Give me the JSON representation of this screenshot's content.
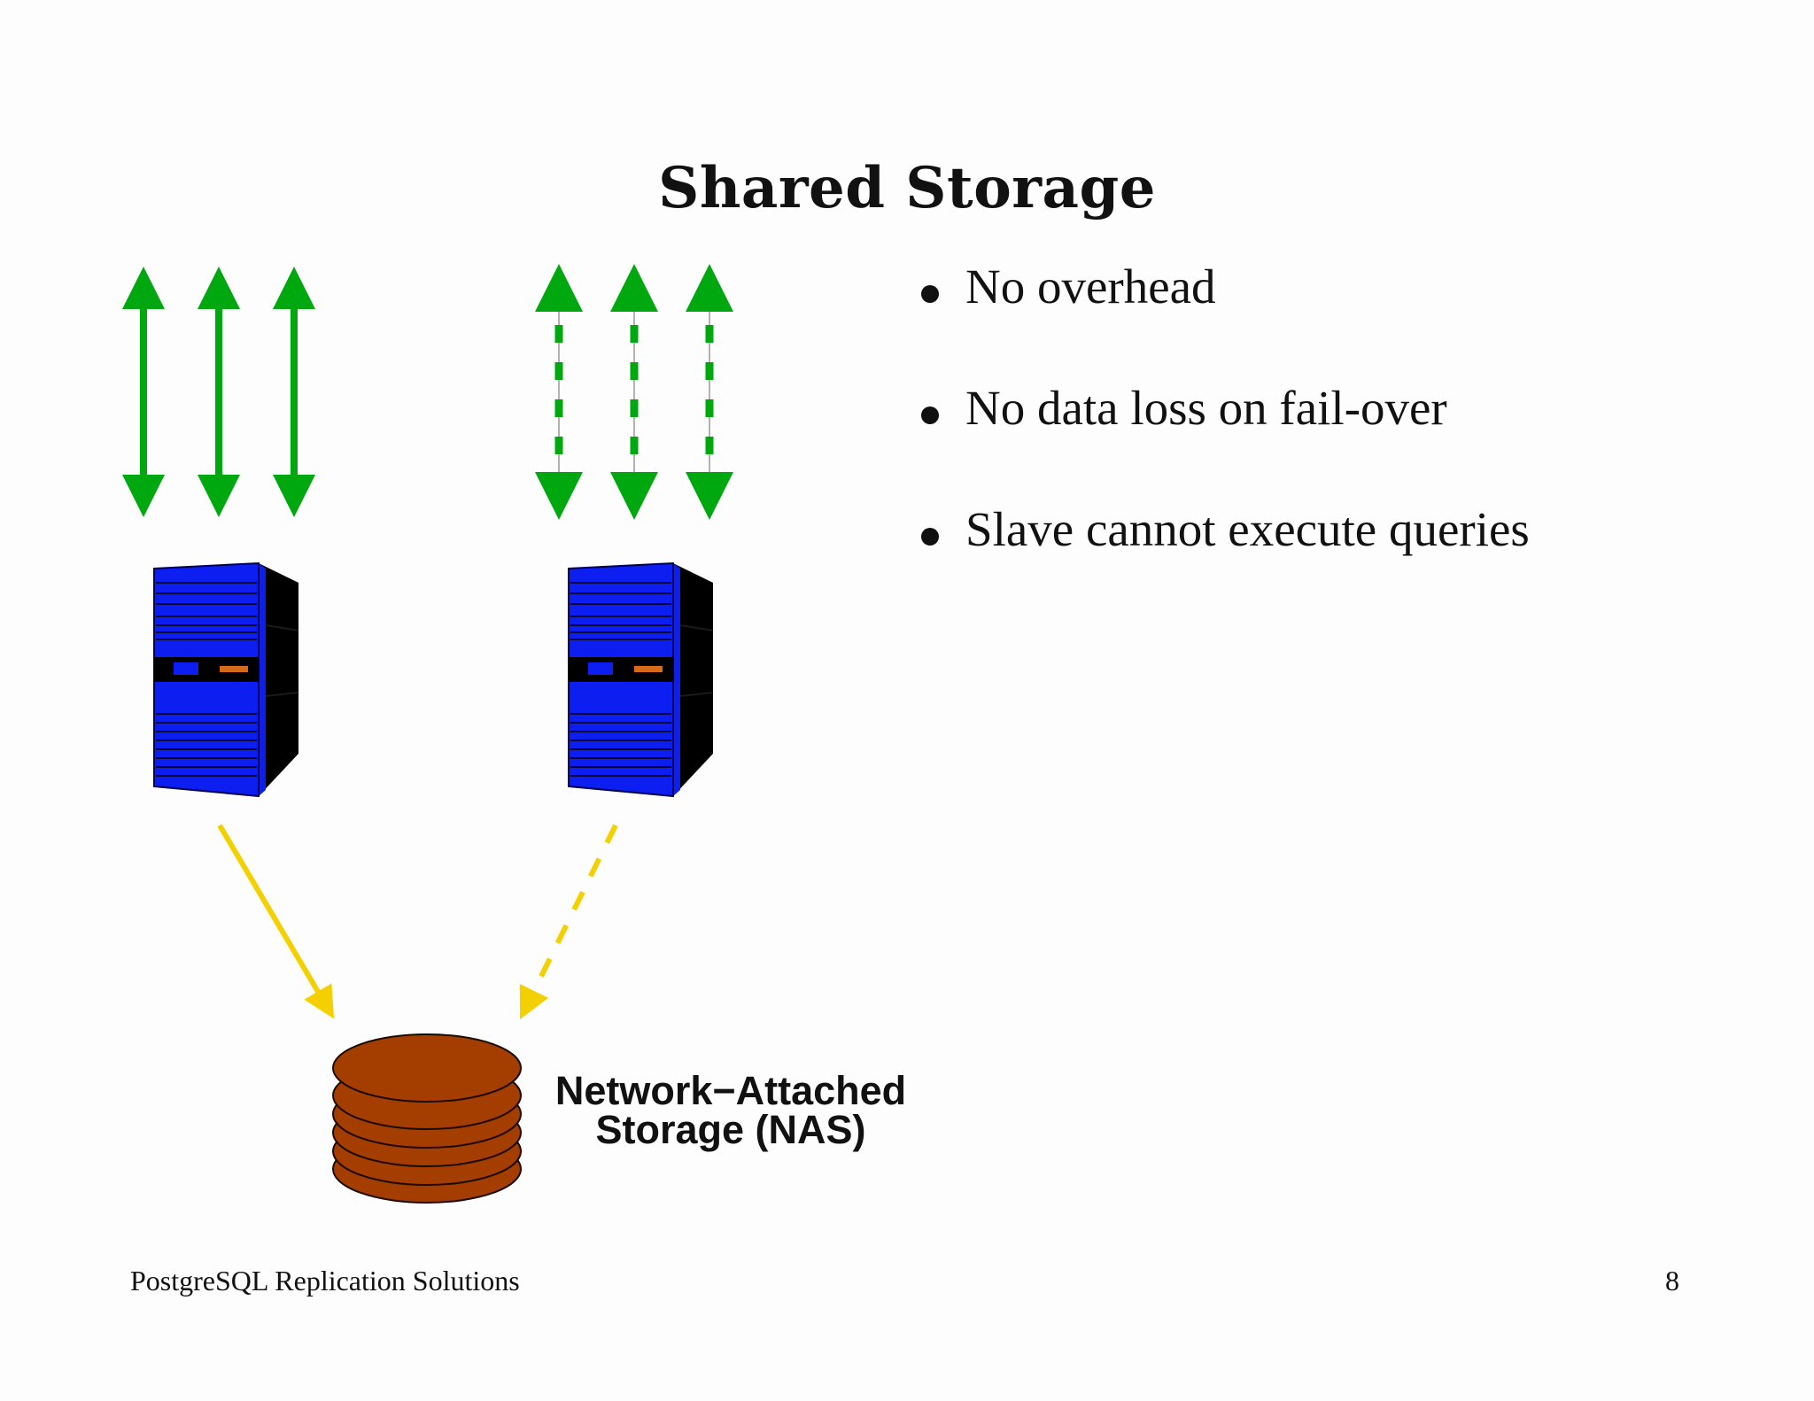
{
  "slide": {
    "title": "Shared Storage",
    "bullets": [
      {
        "text": "No overhead"
      },
      {
        "text": "No data loss on fail-over"
      },
      {
        "text": "Slave cannot execute queries"
      }
    ],
    "footer_left": "PostgreSQL Replication Solutions",
    "page_number": "8"
  },
  "diagram": {
    "storage_label_line1": "Network−Attached",
    "storage_label_line2": "Storage (NAS)",
    "colors": {
      "client_arrow": "#00a810",
      "storage_arrow": "#f5d000",
      "server_body": "#0c1ef0",
      "server_side": "#000000",
      "server_orange": "#d56a1a",
      "disk": "#a33d00"
    },
    "icons": [
      "server-icon",
      "server-icon",
      "disk-stack-icon"
    ]
  }
}
